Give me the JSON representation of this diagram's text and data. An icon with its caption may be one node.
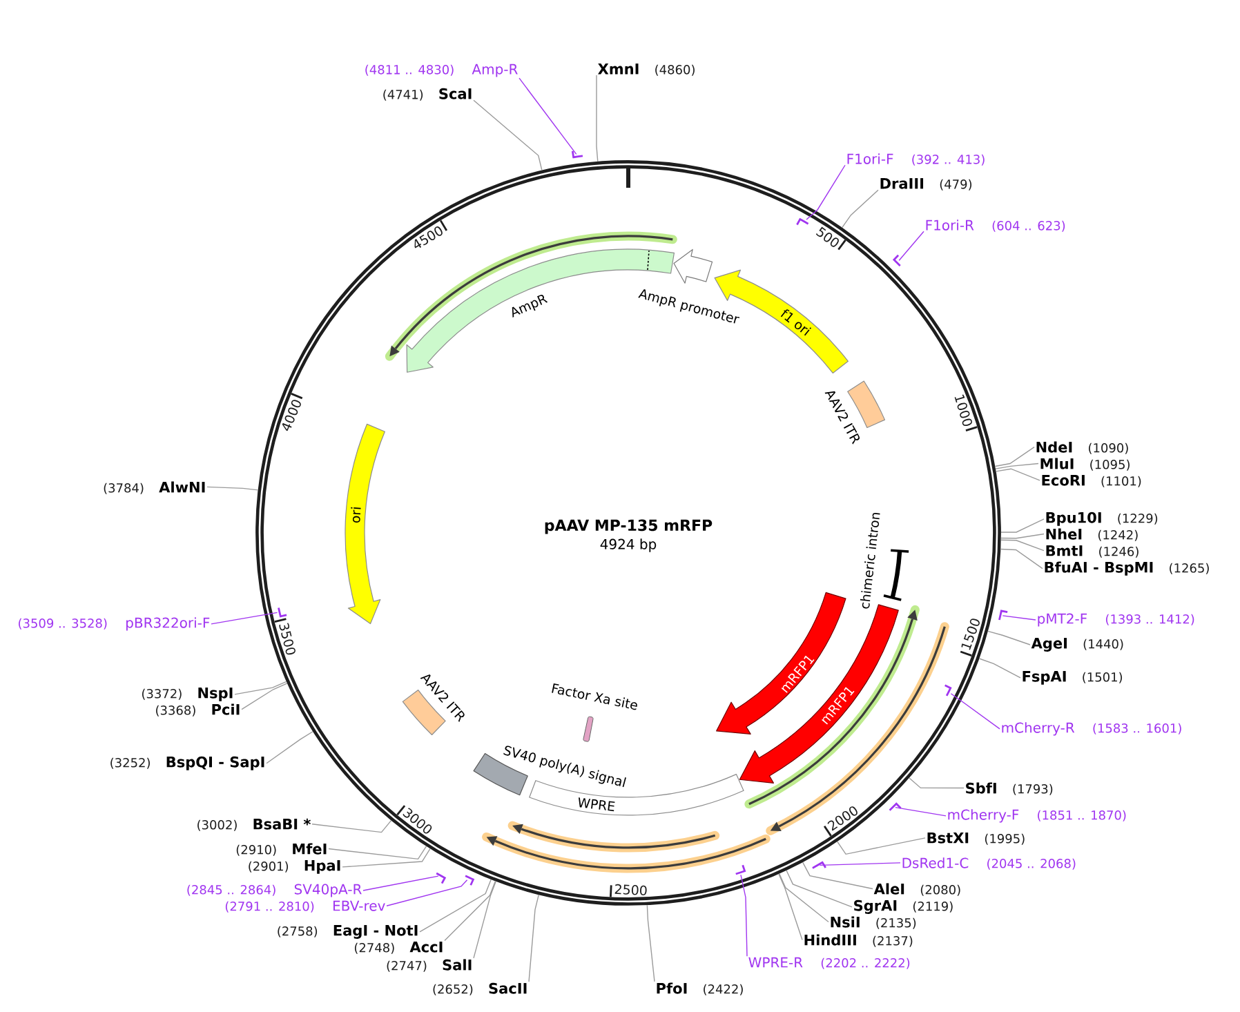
{
  "diagram": {
    "nodes": [
      {
        "text": [
          "pAAV MP-135 mRFP",
          "4924 bp"
        ]
      },
      {
        "text": [
          "f1 ori"
        ],
        "in": 0
      },
      {
        "text": [
          "AAV2 ITR"
        ],
        "in": 0
      },
      {
        "text": [
          "chimeric intron"
        ],
        "in": 0
      },
      {
        "text": [
          "mRFP1"
        ],
        "in": 0
      },
      {
        "text": [
          "mRFP1"
        ],
        "in": 0
      },
      {
        "text": [
          "WPRE"
        ],
        "in": 0
      },
      {
        "text": [
          "Factor Xa site"
        ],
        "in": 0
      },
      {
        "text": [
          "SV40 poly(A) signal"
        ],
        "in": 0
      },
      {
        "text": [
          "AAV2 ITR"
        ],
        "in": 0
      },
      {
        "text": [
          "ori"
        ],
        "in": 0
      },
      {
        "text": [
          "AmpR"
        ],
        "in": 0
      },
      {
        "text": [
          "AmpR promoter"
        ],
        "in": 0
      },
      {
        "text": [
          "F1ori-F",
          "(392 .. 413)"
        ]
      },
      {
        "text": [],
        "shape": "bracket",
        "in": 0
      },
      {
        "text": [
          "DraIII",
          "(479)"
        ]
      },
      {
        "text": [
          "F1ori-R",
          "(604 .. 623)"
        ]
      },
      {
        "text": [],
        "shape": "bracket"
      },
      {
        "text": [
          "NdeI",
          "(1090)"
        ]
      },
      {
        "text": [
          "MluI",
          "(1095)"
        ]
      },
      {
        "text": [
          "EcoRI",
          "(1101)"
        ]
      },
      {
        "text": [
          "Bpu10I",
          "(1229)"
        ]
      },
      {
        "text": [
          "NheI",
          "(1242)"
        ]
      },
      {
        "text": [
          "BmtI",
          "(1246)"
        ]
      },
      {
        "text": [
          "BfuAI - BspMI",
          "(1265)"
        ]
      },
      {
        "text": [
          "pMT2-F",
          "(1393 .. 1412)"
        ]
      },
      {
        "text": [],
        "shape": "bracket"
      },
      {
        "text": [
          "AgeI",
          "(1440)"
        ]
      },
      {
        "text": [
          "FspAI",
          "(1501)"
        ]
      },
      {
        "text": [
          "mCherry-R",
          "(1583 .. 1601)"
        ]
      },
      {
        "text": [],
        "shape": "bracket",
        "in": 0
      },
      {
        "text": [
          "SbfI",
          "(1793)"
        ]
      },
      {
        "text": [
          "mCherry-F",
          "(1851 .. 1870)"
        ]
      },
      {
        "text": [],
        "shape": "bracket"
      },
      {
        "text": [
          "BstXI",
          "(1995)"
        ]
      },
      {
        "text": [
          "DsRed1-C",
          "(2045 .. 2068)"
        ]
      },
      {
        "text": [],
        "shape": "bracket"
      },
      {
        "text": [
          "AleI",
          "(2080)"
        ]
      },
      {
        "text": [
          "SgrAI",
          "(2119)"
        ]
      },
      {
        "text": [
          "NsiI",
          "(2135)"
        ]
      },
      {
        "text": [
          "HindIII",
          "(2137)"
        ]
      },
      {
        "text": [
          "WPRE-R",
          "(2202 .. 2222)"
        ]
      },
      {
        "text": [],
        "shape": "bracket",
        "in": 0
      },
      {
        "text": [
          "PfoI",
          "(2422)"
        ]
      },
      {
        "text": [
          "(2652)",
          "SacII"
        ]
      },
      {
        "text": [
          "(2747)",
          "SalI"
        ]
      },
      {
        "text": [
          "(2748)",
          "AccI"
        ]
      },
      {
        "text": [
          "(2758)",
          "EagI - NotI"
        ]
      },
      {
        "text": [
          "(2791 .. 2810)",
          "EBV-rev"
        ]
      },
      {
        "text": [],
        "shape": "bracket"
      },
      {
        "text": [
          "(2845 .. 2864)",
          "SV40pA-R"
        ]
      },
      {
        "text": [],
        "shape": "bracket"
      },
      {
        "text": [
          "(2901)",
          "HpaI"
        ]
      },
      {
        "text": [
          "(2910)",
          "MfeI"
        ]
      },
      {
        "text": [
          "(3002)",
          "BsaBI *"
        ]
      },
      {
        "text": [
          "(3252)",
          "BspQI - SapI"
        ]
      },
      {
        "text": [
          "(3368)",
          "PciI"
        ]
      },
      {
        "text": [
          "(3372)",
          "NspI"
        ]
      },
      {
        "text": [
          "(3509 .. 3528)",
          "pBR322ori-F"
        ]
      },
      {
        "text": [],
        "shape": "bracket",
        "in": 0
      },
      {
        "text": [
          "(3784)",
          "AlwNI"
        ]
      },
      {
        "text": [
          "(4741)",
          "ScaI"
        ]
      },
      {
        "text": [
          "(4811 .. 4830)",
          "Amp-R"
        ]
      },
      {
        "text": [],
        "shape": "bracket"
      },
      {
        "text": [
          "XmnI",
          "(4860)"
        ]
      }
    ],
    "edges": [
      {
        "from": 13,
        "to": 14,
        "arrow": "none",
        "color": "#a035f0"
      },
      {
        "from": 15,
        "to": 0,
        "arrow": "none"
      },
      {
        "from": 16,
        "to": 17,
        "arrow": "none",
        "color": "#a035f0"
      },
      {
        "from": 18,
        "to": 0,
        "arrow": "none"
      },
      {
        "from": 19,
        "to": 0,
        "arrow": "none"
      },
      {
        "from": 20,
        "to": 0,
        "arrow": "none"
      },
      {
        "from": 21,
        "to": 0,
        "arrow": "none"
      },
      {
        "from": 22,
        "to": 0,
        "arrow": "none"
      },
      {
        "from": 23,
        "to": 0,
        "arrow": "none"
      },
      {
        "from": 24,
        "to": 0,
        "arrow": "none"
      },
      {
        "from": 25,
        "to": 26,
        "arrow": "none",
        "color": "#a035f0"
      },
      {
        "from": 27,
        "to": 0,
        "arrow": "none"
      },
      {
        "from": 28,
        "to": 0,
        "arrow": "none"
      },
      {
        "from": 29,
        "to": 30,
        "arrow": "none",
        "color": "#a035f0"
      },
      {
        "from": 31,
        "to": 0,
        "arrow": "none"
      },
      {
        "from": 32,
        "to": 33,
        "arrow": "none",
        "color": "#a035f0"
      },
      {
        "from": 34,
        "to": 0,
        "arrow": "none"
      },
      {
        "from": 35,
        "to": 36,
        "arrow": "none",
        "color": "#a035f0"
      },
      {
        "from": 37,
        "to": 0,
        "arrow": "none"
      },
      {
        "from": 38,
        "to": 0,
        "arrow": "none"
      },
      {
        "from": 39,
        "to": 0,
        "arrow": "none"
      },
      {
        "from": 40,
        "to": 0,
        "arrow": "none"
      },
      {
        "from": 41,
        "to": 42,
        "arrow": "none",
        "color": "#a035f0"
      },
      {
        "from": 43,
        "to": 0,
        "arrow": "none"
      },
      {
        "from": 44,
        "to": 0,
        "arrow": "none"
      },
      {
        "from": 45,
        "to": 0,
        "arrow": "none"
      },
      {
        "from": 46,
        "to": 0,
        "arrow": "none"
      },
      {
        "from": 47,
        "to": 0,
        "arrow": "none"
      },
      {
        "from": 48,
        "to": 49,
        "arrow": "none",
        "color": "#a035f0"
      },
      {
        "from": 50,
        "to": 51,
        "arrow": "none",
        "color": "#a035f0"
      },
      {
        "from": 52,
        "to": 0,
        "arrow": "none"
      },
      {
        "from": 53,
        "to": 0,
        "arrow": "none"
      },
      {
        "from": 54,
        "to": 0,
        "arrow": "none"
      },
      {
        "from": 55,
        "to": 0,
        "arrow": "none"
      },
      {
        "from": 56,
        "to": 0,
        "arrow": "none"
      },
      {
        "from": 57,
        "to": 0,
        "arrow": "none"
      },
      {
        "from": 58,
        "to": 59,
        "arrow": "none",
        "color": "#a035f0"
      },
      {
        "from": 60,
        "to": 0,
        "arrow": "none"
      },
      {
        "from": 61,
        "to": 0,
        "arrow": "none"
      },
      {
        "from": 62,
        "to": 63,
        "arrow": "none",
        "color": "#a035f0"
      },
      {
        "from": 64,
        "to": 0,
        "arrow": "none"
      }
    ],
    "labels": [
      "500",
      "1000",
      "1500",
      "2000",
      "2500",
      "3000",
      "3500",
      "4000",
      "4500"
    ]
  }
}
